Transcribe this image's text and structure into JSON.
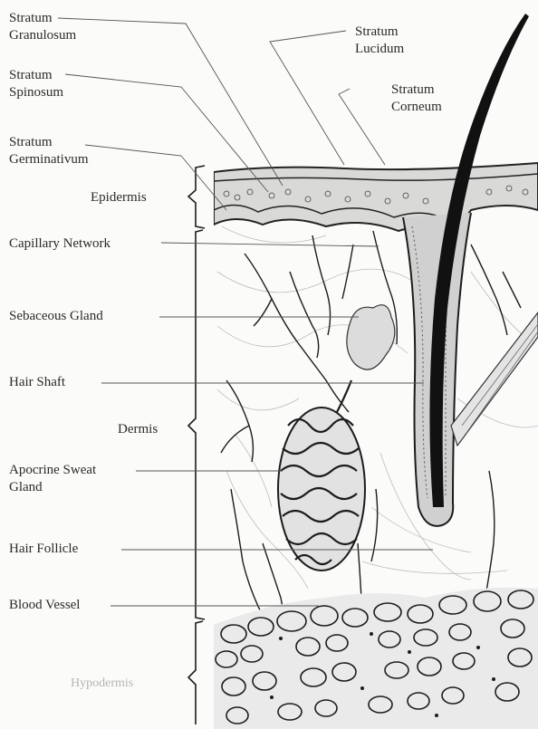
{
  "labels": {
    "stratum_granulosum": [
      "Stratum",
      "Granulosum"
    ],
    "stratum_lucidum": [
      "Stratum",
      "Lucidum"
    ],
    "stratum_spinosum": [
      "Stratum",
      "Spinosum"
    ],
    "stratum_corneum": [
      "Stratum",
      "Corneum"
    ],
    "stratum_germinativum": [
      "Stratum",
      "Germinativum"
    ],
    "epidermis": "Epidermis",
    "capillary_network": "Capillary Network",
    "sebaceous_gland": "Sebaceous Gland",
    "hair_shaft": "Hair Shaft",
    "dermis": "Dermis",
    "apocrine_sweat_gland": [
      "Apocrine Sweat",
      "Gland"
    ],
    "hair_follicle": "Hair Follicle",
    "blood_vessel": "Blood Vessel",
    "hypodermis": "Hypodermis"
  },
  "colors": {
    "ink": "#222222",
    "faint": "#b5b5b5",
    "shade": "#cfcfcf"
  }
}
